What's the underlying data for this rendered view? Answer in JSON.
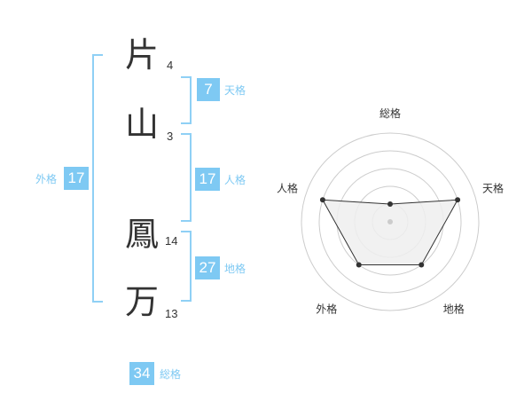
{
  "name": {
    "chars": [
      {
        "char": "片",
        "strokes": "4"
      },
      {
        "char": "山",
        "strokes": "3"
      },
      {
        "char": "鳳",
        "strokes": "14"
      },
      {
        "char": "万",
        "strokes": "13"
      }
    ]
  },
  "scores": {
    "tenkaku": {
      "value": "7",
      "label": "天格"
    },
    "jinkaku": {
      "value": "17",
      "label": "人格"
    },
    "chikaku": {
      "value": "27",
      "label": "地格"
    },
    "gaikaku": {
      "value": "17",
      "label": "外格"
    },
    "soukaku": {
      "value": "34",
      "label": "総格"
    }
  },
  "chart_data": {
    "type": "radar",
    "axes": [
      "総格",
      "天格",
      "地格",
      "外格",
      "人格"
    ],
    "values": [
      1,
      4,
      3,
      3,
      4
    ],
    "max": 5,
    "colors": {
      "fill": "#efefef",
      "line": "#333333",
      "grid": "#cccccc"
    }
  }
}
